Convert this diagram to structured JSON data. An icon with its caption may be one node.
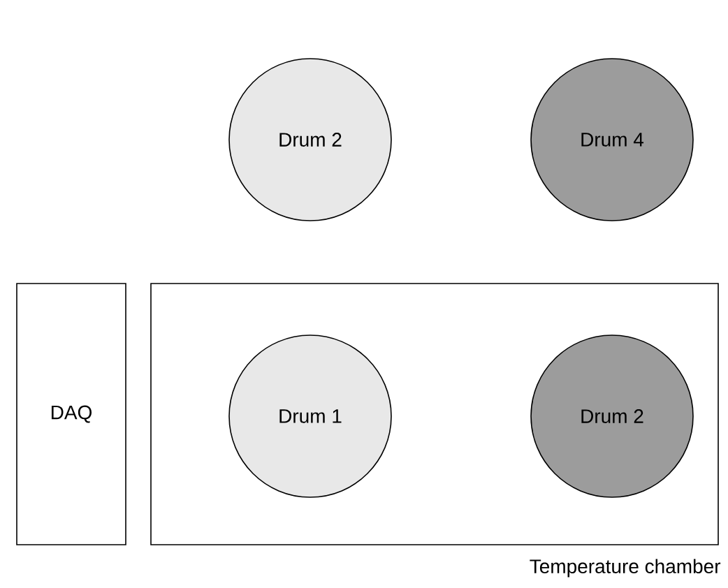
{
  "diagram": {
    "nodes": [
      {
        "text": [
          "Drum 2"
        ]
      },
      {
        "text": [
          "Drum 4"
        ]
      },
      {
        "text": [
          "DAQ"
        ]
      },
      {
        "text": [
          "Temperature chamber"
        ]
      },
      {
        "text": [
          "Drum 1"
        ],
        "in": 3
      },
      {
        "text": [
          "Drum 2"
        ],
        "in": 3
      }
    ]
  }
}
